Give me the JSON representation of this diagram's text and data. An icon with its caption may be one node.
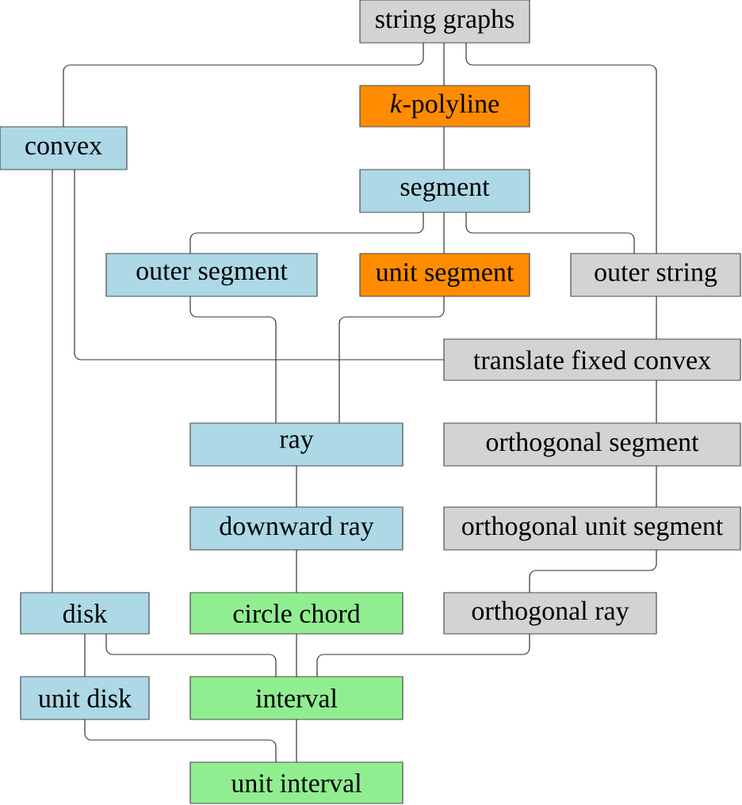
{
  "diagram": {
    "nodes": [
      {
        "text": [
          "string graphs"
        ]
      },
      {
        "text": [
          "*k*-polyline"
        ]
      },
      {
        "text": [
          "convex"
        ]
      },
      {
        "text": [
          "segment"
        ]
      },
      {
        "text": [
          "outer segment"
        ]
      },
      {
        "text": [
          "unit segment"
        ]
      },
      {
        "text": [
          "outer string"
        ]
      },
      {
        "text": [
          "translate fixed convex"
        ]
      },
      {
        "text": [
          "ray"
        ]
      },
      {
        "text": [
          "orthogonal segment"
        ]
      },
      {
        "text": [
          "downward ray"
        ]
      },
      {
        "text": [
          "orthogonal unit segment"
        ]
      },
      {
        "text": [
          "disk"
        ]
      },
      {
        "text": [
          "circle chord"
        ]
      },
      {
        "text": [
          "orthogonal ray"
        ]
      },
      {
        "text": [
          "unit disk"
        ]
      },
      {
        "text": [
          "interval"
        ]
      },
      {
        "text": [
          "unit interval"
        ]
      }
    ],
    "edges": [
      {
        "from": 0,
        "to": 2,
        "arrow": "none"
      },
      {
        "from": 0,
        "to": 1,
        "arrow": "none"
      },
      {
        "from": 0,
        "to": 6,
        "arrow": "none"
      },
      {
        "from": 1,
        "to": 3,
        "arrow": "none"
      },
      {
        "from": 2,
        "to": 12,
        "arrow": "none"
      },
      {
        "from": 2,
        "to": 7,
        "arrow": "none"
      },
      {
        "from": 3,
        "to": 4,
        "arrow": "none"
      },
      {
        "from": 3,
        "to": 5,
        "arrow": "none"
      },
      {
        "from": 3,
        "to": 6,
        "arrow": "none"
      },
      {
        "from": 4,
        "to": 8,
        "arrow": "none"
      },
      {
        "from": 5,
        "to": 8,
        "arrow": "none"
      },
      {
        "from": 6,
        "to": 7,
        "arrow": "none"
      },
      {
        "from": 7,
        "to": 9,
        "arrow": "none"
      },
      {
        "from": 8,
        "to": 10,
        "arrow": "none"
      },
      {
        "from": 9,
        "to": 11,
        "arrow": "none"
      },
      {
        "from": 10,
        "to": 13,
        "arrow": "none"
      },
      {
        "from": 11,
        "to": 14,
        "arrow": "none"
      },
      {
        "from": 12,
        "to": 15,
        "arrow": "none"
      },
      {
        "from": 12,
        "to": 16,
        "arrow": "none"
      },
      {
        "from": 13,
        "to": 16,
        "arrow": "none"
      },
      {
        "from": 14,
        "to": 16,
        "arrow": "none"
      },
      {
        "from": 15,
        "to": 17,
        "arrow": "none"
      },
      {
        "from": 16,
        "to": 17,
        "arrow": "none"
      }
    ]
  }
}
